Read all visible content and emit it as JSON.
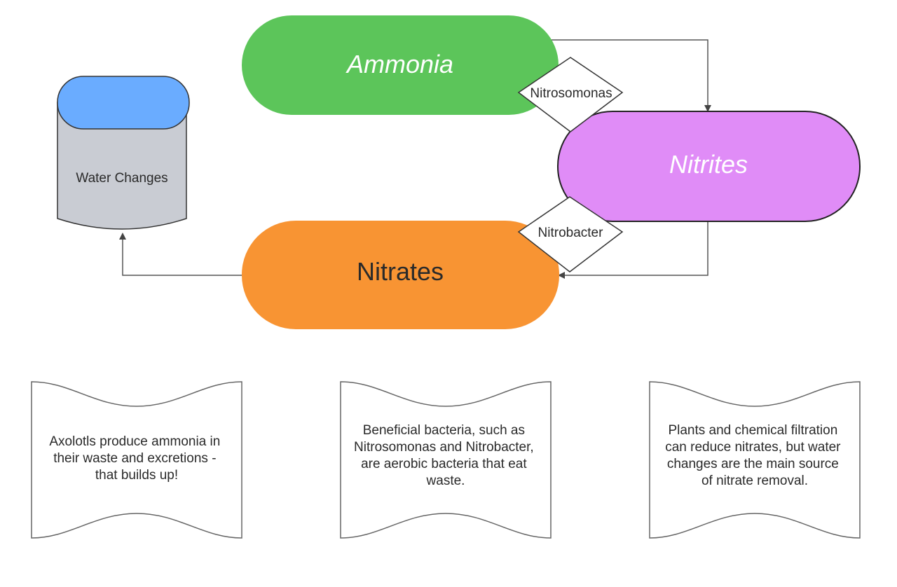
{
  "nodes": {
    "ammonia": {
      "label": "Ammonia",
      "color": "#5cc55a"
    },
    "nitrites": {
      "label": "Nitrites",
      "color": "#e08cf7"
    },
    "nitrates": {
      "label": "Nitrates",
      "color": "#f89433"
    },
    "water_changes": {
      "label": "Water Changes",
      "top_color": "#6aacff",
      "body_color": "#c9ccd3"
    }
  },
  "bacteria": {
    "nitrosomonas": "Nitrosomonas",
    "nitrobacter": "Nitrobacter"
  },
  "notes": [
    {
      "lines": [
        "Axolotls produce ammonia in",
        "their waste and excretions -",
        "that builds up!"
      ]
    },
    {
      "lines": [
        "Beneficial bacteria, such as",
        "Nitrosomonas and Nitrobacter,",
        "are aerobic bacteria that eat",
        "waste."
      ]
    },
    {
      "lines": [
        "Plants and chemical filtration",
        "can reduce nitrates, but water",
        "changes are the main source",
        "of nitrate removal."
      ]
    }
  ],
  "colors": {
    "stroke": "#333333",
    "connector": "#555555",
    "note_border": "#666666"
  }
}
